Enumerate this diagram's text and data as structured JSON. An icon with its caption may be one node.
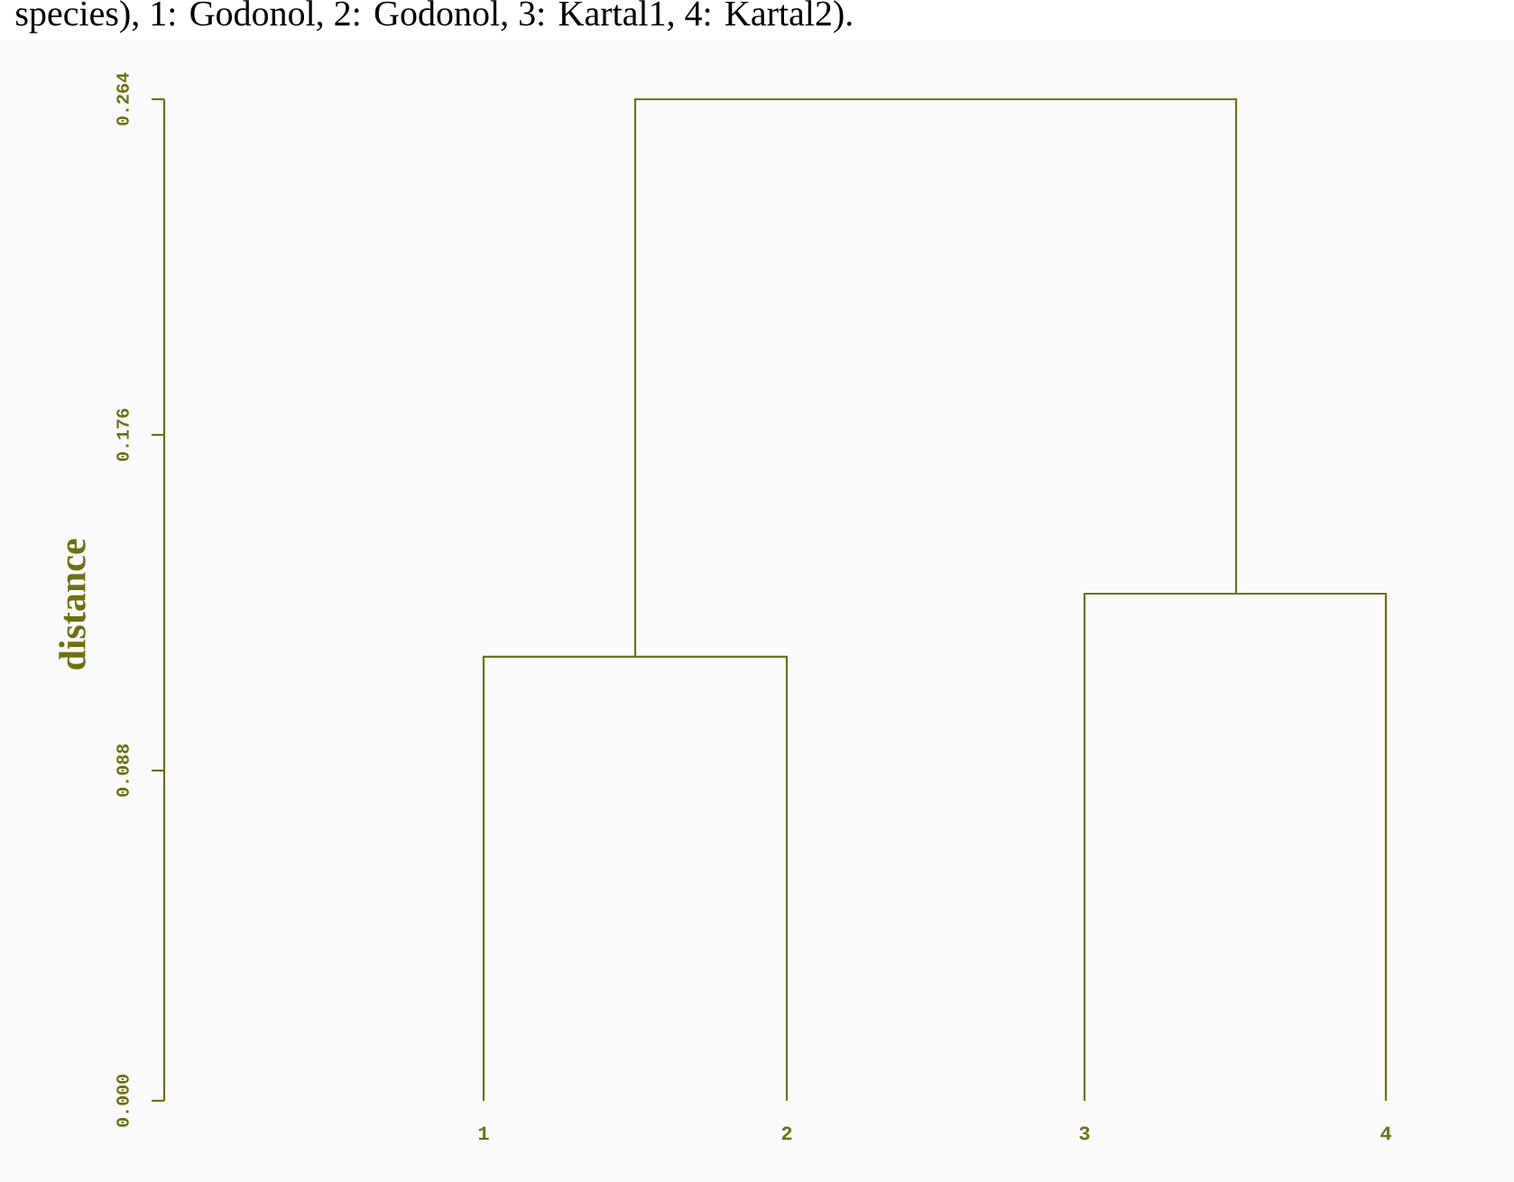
{
  "diagram": {
    "caption": "species), 1: Godonol, 2: Godonol, 3: Kartal1, 4: Kartal2).",
    "labels": [
      "0.264",
      "0.176",
      "distance",
      "0.088",
      "0.000",
      "1",
      "2",
      "3",
      "4"
    ]
  }
}
